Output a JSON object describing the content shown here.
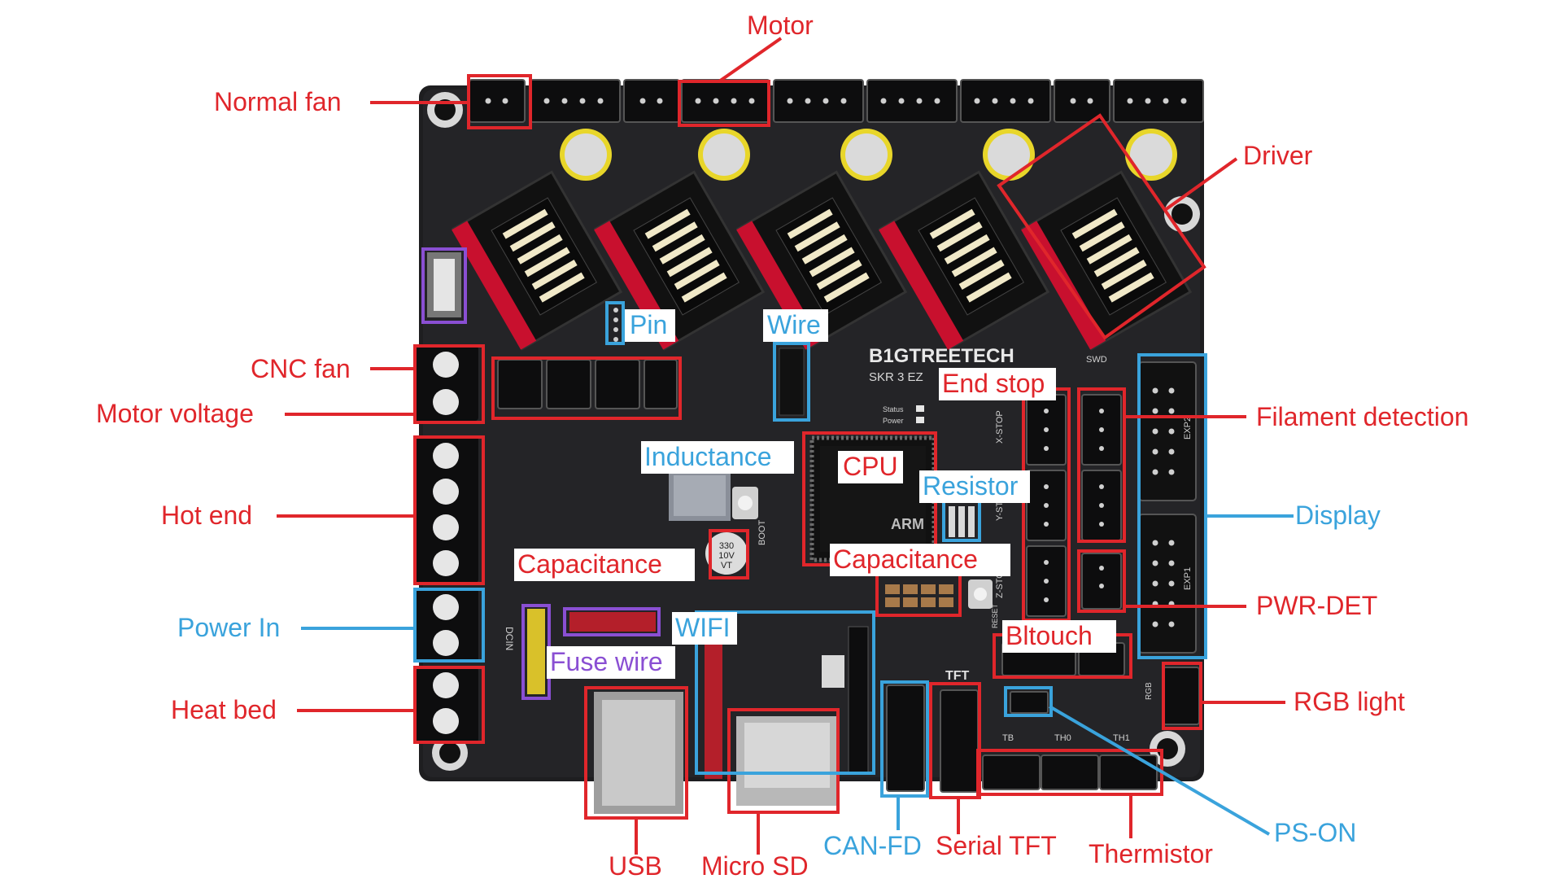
{
  "colors": {
    "red": "#e0262b",
    "blue": "#3aa3dc",
    "purple": "#8a4fd3",
    "board": "#1e1e20"
  },
  "board": {
    "brand": "B1GTREETECH",
    "model": "SKR 3 EZ",
    "header_tft": "TFT",
    "header_swd": "SWD",
    "exp1": "EXP1",
    "exp2": "EXP2",
    "status": "Status",
    "power": "Power",
    "boot": "BOOT",
    "reset": "RESET",
    "chip": "ARM",
    "th_tb": "TB",
    "th_th0": "TH0",
    "th_th1": "TH1",
    "rgb": "RGB",
    "x_stop": "X-STOP",
    "y_stop": "Y-STOP",
    "z_stop": "Z-STOP",
    "dcin": "DCIN",
    "cap_text_1": "330",
    "cap_text_2": "10V",
    "cap_text_3": "VT"
  },
  "labels": {
    "normal_fan": "Normal fan",
    "motor": "Motor",
    "driver": "Driver",
    "cnc_fan": "CNC fan",
    "motor_voltage": "Motor voltage",
    "hot_end": "Hot end",
    "power_in": "Power In",
    "heat_bed": "Heat bed",
    "pin": "Pin",
    "wire": "Wire",
    "inductance": "Inductance",
    "cpu": "CPU",
    "resistor": "Resistor",
    "capacitance_left": "Capacitance",
    "capacitance_right": "Capacitance",
    "fuse_wire": "Fuse wire",
    "wifi": "WIFI",
    "end_stop": "End stop",
    "filament_detection": "Filament detection",
    "display": "Display",
    "pwr_det": "PWR-DET",
    "bltouch": "Bltouch",
    "rgb_light": "RGB light",
    "ps_on": "PS-ON",
    "usb": "USB",
    "micro_sd": "Micro SD",
    "can_fd": "CAN-FD",
    "serial_tft": "Serial TFT",
    "thermistor": "Thermistor"
  }
}
